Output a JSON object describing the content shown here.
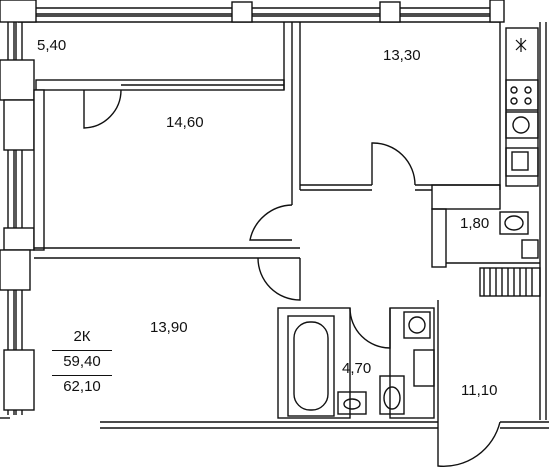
{
  "rooms": {
    "balcony": "5,40",
    "kitchen": "13,30",
    "bedroom": "14,60",
    "bathroom_small": "1,80",
    "living": "13,90",
    "bathroom": "4,70",
    "hall": "11,10"
  },
  "summary": {
    "type": "2К",
    "living_area": "59,40",
    "total_area": "62,10"
  },
  "colors": {
    "wall": "#111111",
    "background": "#ffffff"
  }
}
